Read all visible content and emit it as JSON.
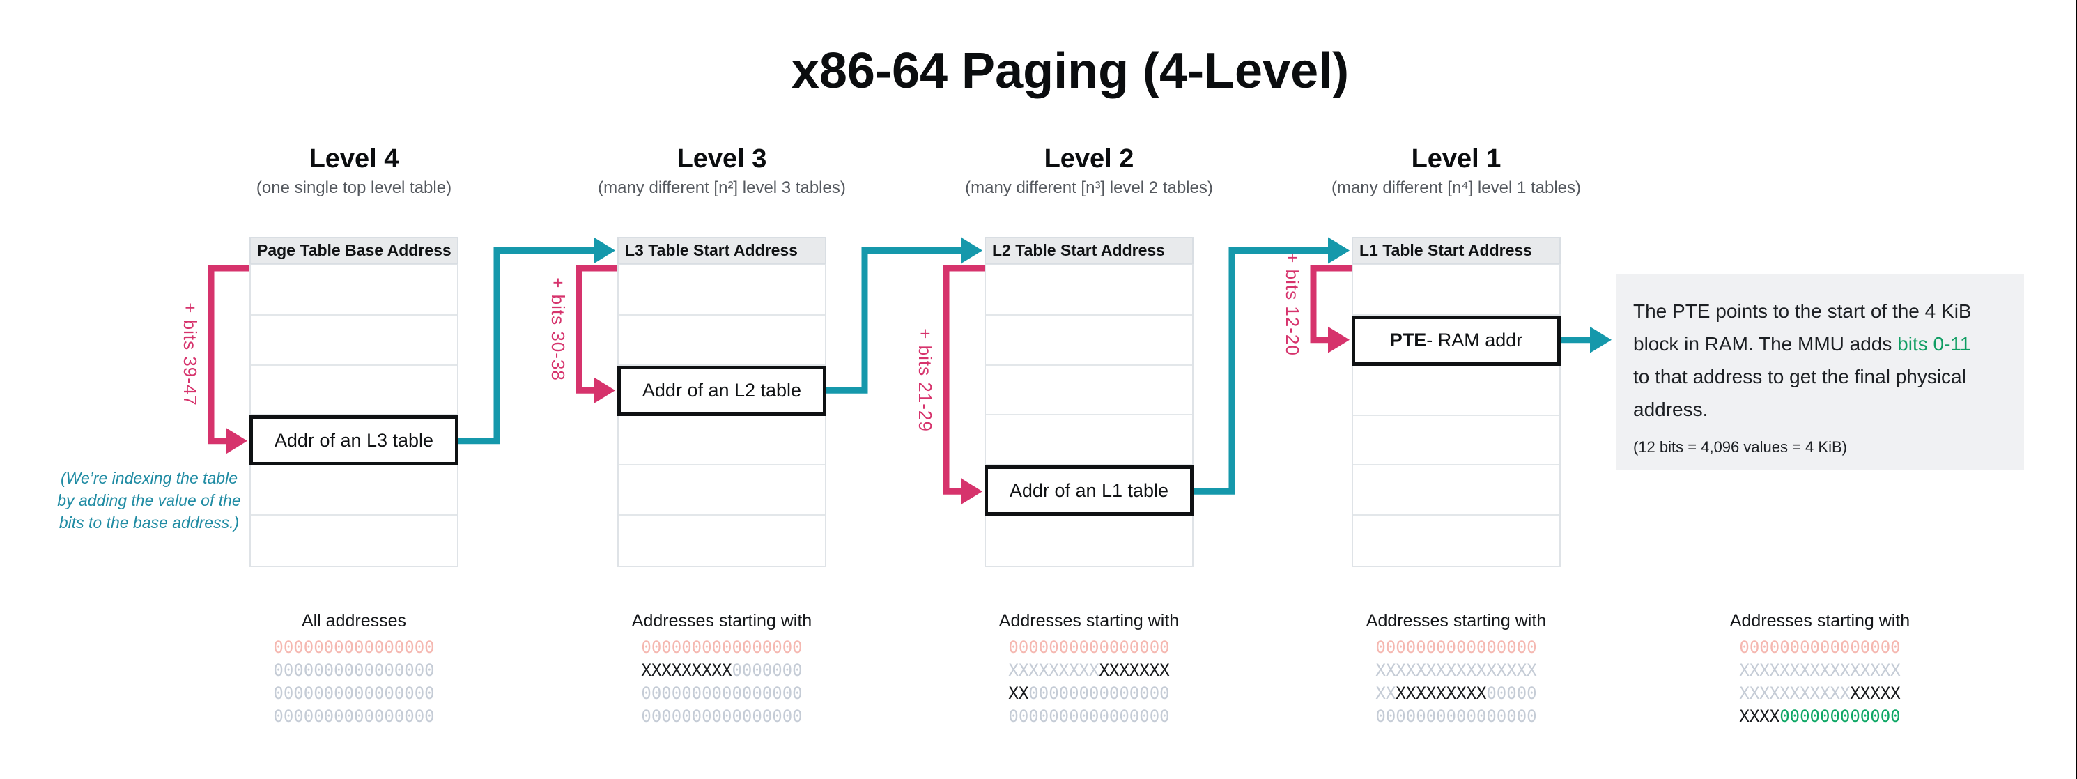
{
  "title": "x86-64 Paging (4-Level)",
  "colors": {
    "arrow_pink": "#d6336c",
    "arrow_teal": "#1598ab",
    "note_teal": "#1f8ba3",
    "green_text": "#0e9d62",
    "binary_pink": "#f5b8b1",
    "binary_gray": "#c5ccd6",
    "binary_green": "#0ea765",
    "table_header_bg": "#e8eaec",
    "note_box_bg": "#f0f1f3"
  },
  "levels": [
    {
      "heading": "Level 4",
      "subtitle": "(one single top level table)",
      "table_header": "Page Table Base Address",
      "bits_label": "+ bits 39-47",
      "row_count": 6,
      "highlight_row": 4,
      "highlight_parts": [
        {
          "t": "Addr of an L3 table",
          "bold": false
        }
      ]
    },
    {
      "heading": "Level 3",
      "subtitle": "(many different [n²] level 3 tables)",
      "table_header": "L3 Table Start Address",
      "bits_label": "+ bits 30-38",
      "row_count": 6,
      "highlight_row": 3,
      "highlight_parts": [
        {
          "t": "Addr of an L2 table",
          "bold": false
        }
      ]
    },
    {
      "heading": "Level 2",
      "subtitle": "(many different [n³] level 2 tables)",
      "table_header": "L2 Table Start Address",
      "bits_label": "+ bits 21-29",
      "row_count": 6,
      "highlight_row": 5,
      "highlight_parts": [
        {
          "t": "Addr of an L1 table",
          "bold": false
        }
      ]
    },
    {
      "heading": "Level 1",
      "subtitle": "(many different [n⁴] level 1 tables)",
      "table_header": "L1 Table Start Address",
      "bits_label": "+ bits 12-20",
      "row_count": 6,
      "highlight_row": 2,
      "highlight_parts": [
        {
          "t": "PTE",
          "bold": true
        },
        {
          "t": " - RAM addr",
          "bold": false
        }
      ]
    }
  ],
  "indexing_note": {
    "lines": [
      "(We’re indexing the table",
      "by adding the value of the",
      "bits to the base address.)"
    ]
  },
  "pte_note": {
    "lines": [
      [
        {
          "t": "The PTE points to the start of the 4 KiB",
          "c": ""
        }
      ],
      [
        {
          "t": "block in RAM. The MMU adds ",
          "c": ""
        },
        {
          "t": "bits 0-11",
          "c": "green"
        }
      ],
      [
        {
          "t": "to that address to get the final physical",
          "c": ""
        }
      ],
      [
        {
          "t": "address.",
          "c": ""
        }
      ]
    ],
    "footnote": "(12 bits = 4,096 values = 4 KiB)"
  },
  "address_columns": [
    {
      "label": "All addresses",
      "rows": [
        [
          {
            "t": "0000000000000000",
            "c": "pink"
          }
        ],
        [
          {
            "t": "0000000000000000",
            "c": "gray"
          }
        ],
        [
          {
            "t": "0000000000000000",
            "c": "gray"
          }
        ],
        [
          {
            "t": "0000000000000000",
            "c": "gray"
          }
        ]
      ]
    },
    {
      "label": "Addresses starting with",
      "rows": [
        [
          {
            "t": "0000000000000000",
            "c": "pink"
          }
        ],
        [
          {
            "t": "XXXXXXXXX",
            "c": "black"
          },
          {
            "t": "0000000",
            "c": "gray"
          }
        ],
        [
          {
            "t": "0000000000000000",
            "c": "gray"
          }
        ],
        [
          {
            "t": "0000000000000000",
            "c": "gray"
          }
        ]
      ]
    },
    {
      "label": "Addresses starting with",
      "rows": [
        [
          {
            "t": "0000000000000000",
            "c": "pink"
          }
        ],
        [
          {
            "t": "XXXXXXXXX",
            "c": "gray"
          },
          {
            "t": "XXXXXXX",
            "c": "black"
          }
        ],
        [
          {
            "t": "XX",
            "c": "black"
          },
          {
            "t": "00000000000000",
            "c": "gray"
          }
        ],
        [
          {
            "t": "0000000000000000",
            "c": "gray"
          }
        ]
      ]
    },
    {
      "label": "Addresses starting with",
      "rows": [
        [
          {
            "t": "0000000000000000",
            "c": "pink"
          }
        ],
        [
          {
            "t": "XXXXXXXXXXXXXXXX",
            "c": "gray"
          }
        ],
        [
          {
            "t": "XX",
            "c": "gray"
          },
          {
            "t": "XXXXXXXXX",
            "c": "black"
          },
          {
            "t": "00000",
            "c": "gray"
          }
        ],
        [
          {
            "t": "0000000000000000",
            "c": "gray"
          }
        ]
      ]
    },
    {
      "label": "Addresses starting with",
      "rows": [
        [
          {
            "t": "0000000000000000",
            "c": "pink"
          }
        ],
        [
          {
            "t": "XXXXXXXXXXXXXXXX",
            "c": "gray"
          }
        ],
        [
          {
            "t": "XXXXXXXXXXX",
            "c": "gray"
          },
          {
            "t": "XXXXX",
            "c": "black"
          }
        ],
        [
          {
            "t": "XXXX",
            "c": "black"
          },
          {
            "t": "000000000000",
            "c": "green"
          }
        ]
      ]
    }
  ]
}
